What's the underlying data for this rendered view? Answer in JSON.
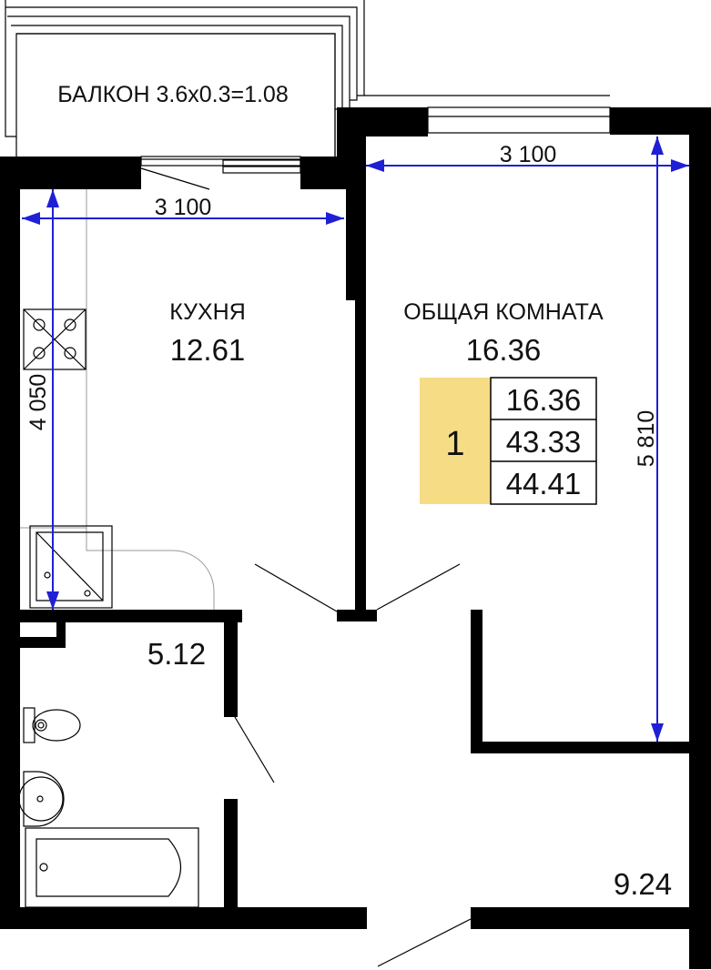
{
  "balcony": {
    "label": "БАЛКОН 3.6x0.3=1.08"
  },
  "kitchen": {
    "name": "КУХНЯ",
    "area": "12.61"
  },
  "living_room": {
    "name": "ОБЩАЯ КОМНАТА",
    "area": "16.36"
  },
  "bathroom": {
    "area": "5.12"
  },
  "hallway": {
    "area": "9.24"
  },
  "dimensions": {
    "kitchen_width": "3 100",
    "kitchen_depth": "4 050",
    "room_width": "3 100",
    "room_depth": "5 810"
  },
  "summary": {
    "rooms": "1",
    "living_area": "16.36",
    "total_area": "43.33",
    "total_with_balcony": "44.41",
    "badge_color": "#f6dc85"
  },
  "colors": {
    "walls": "#000000",
    "dimension_lines": "#1f1fd6"
  }
}
